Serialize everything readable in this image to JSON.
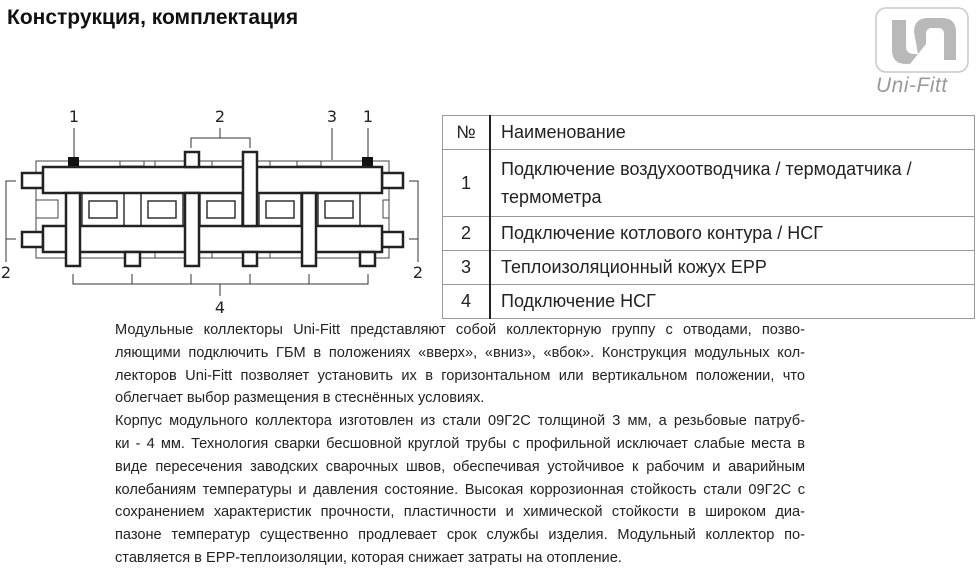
{
  "title": "Конструкция, комплектация",
  "logo": {
    "text": "Uni-Fitt"
  },
  "diagram": {
    "labels": {
      "top_1_left": "1",
      "top_2": "2",
      "top_3": "3",
      "top_1_right": "1",
      "left_2": "2",
      "right_2": "2",
      "bottom_4": "4"
    }
  },
  "table": {
    "headers": {
      "num": "№",
      "name": "Наименование"
    },
    "rows": [
      {
        "num": "1",
        "name_lines": [
          "Подключение воздухоотводчика / термодатчика /",
          "термометра"
        ]
      },
      {
        "num": "2",
        "name": "Подключение котлового контура / НСГ"
      },
      {
        "num": "3",
        "name": "Теплоизоляционный кожух EPP"
      },
      {
        "num": "4",
        "name": "Подключение НСГ"
      }
    ]
  },
  "description": {
    "paragraph1": [
      "Модульные коллекторы Uni-Fitt представляют собой коллекторную группу с отводами, позво-",
      "ляющими подключить ГБМ в положениях «вверх», «вниз», «вбок». Конструкция модульных кол-",
      "лекторов Uni-Fitt позволяет установить их в горизонтальном или вертикальном положении, что",
      "облегчает выбор размещения в стеснённых условиях."
    ],
    "paragraph2": [
      "Корпус модульного коллектора изготовлен из стали 09Г2С толщиной 3 мм, а резьбовые патруб-",
      "ки - 4 мм. Технология сварки бесшовной круглой трубы с профильной исключает слабые места в",
      "виде пересечения заводских сварочных швов, обеспечивая устойчивое к рабочим и аварийным",
      "колебаниям температуры и давления состояние. Высокая коррозионная стойкость стали 09Г2С с",
      "сохранением характеристик прочности, пластичности и химической стойкости в широком диа-",
      "пазоне температур существенно продлевает срок службы изделия. Модульный коллектор по-",
      "ставляется в EPP-теплоизоляции, которая снижает затраты на отопление."
    ]
  }
}
